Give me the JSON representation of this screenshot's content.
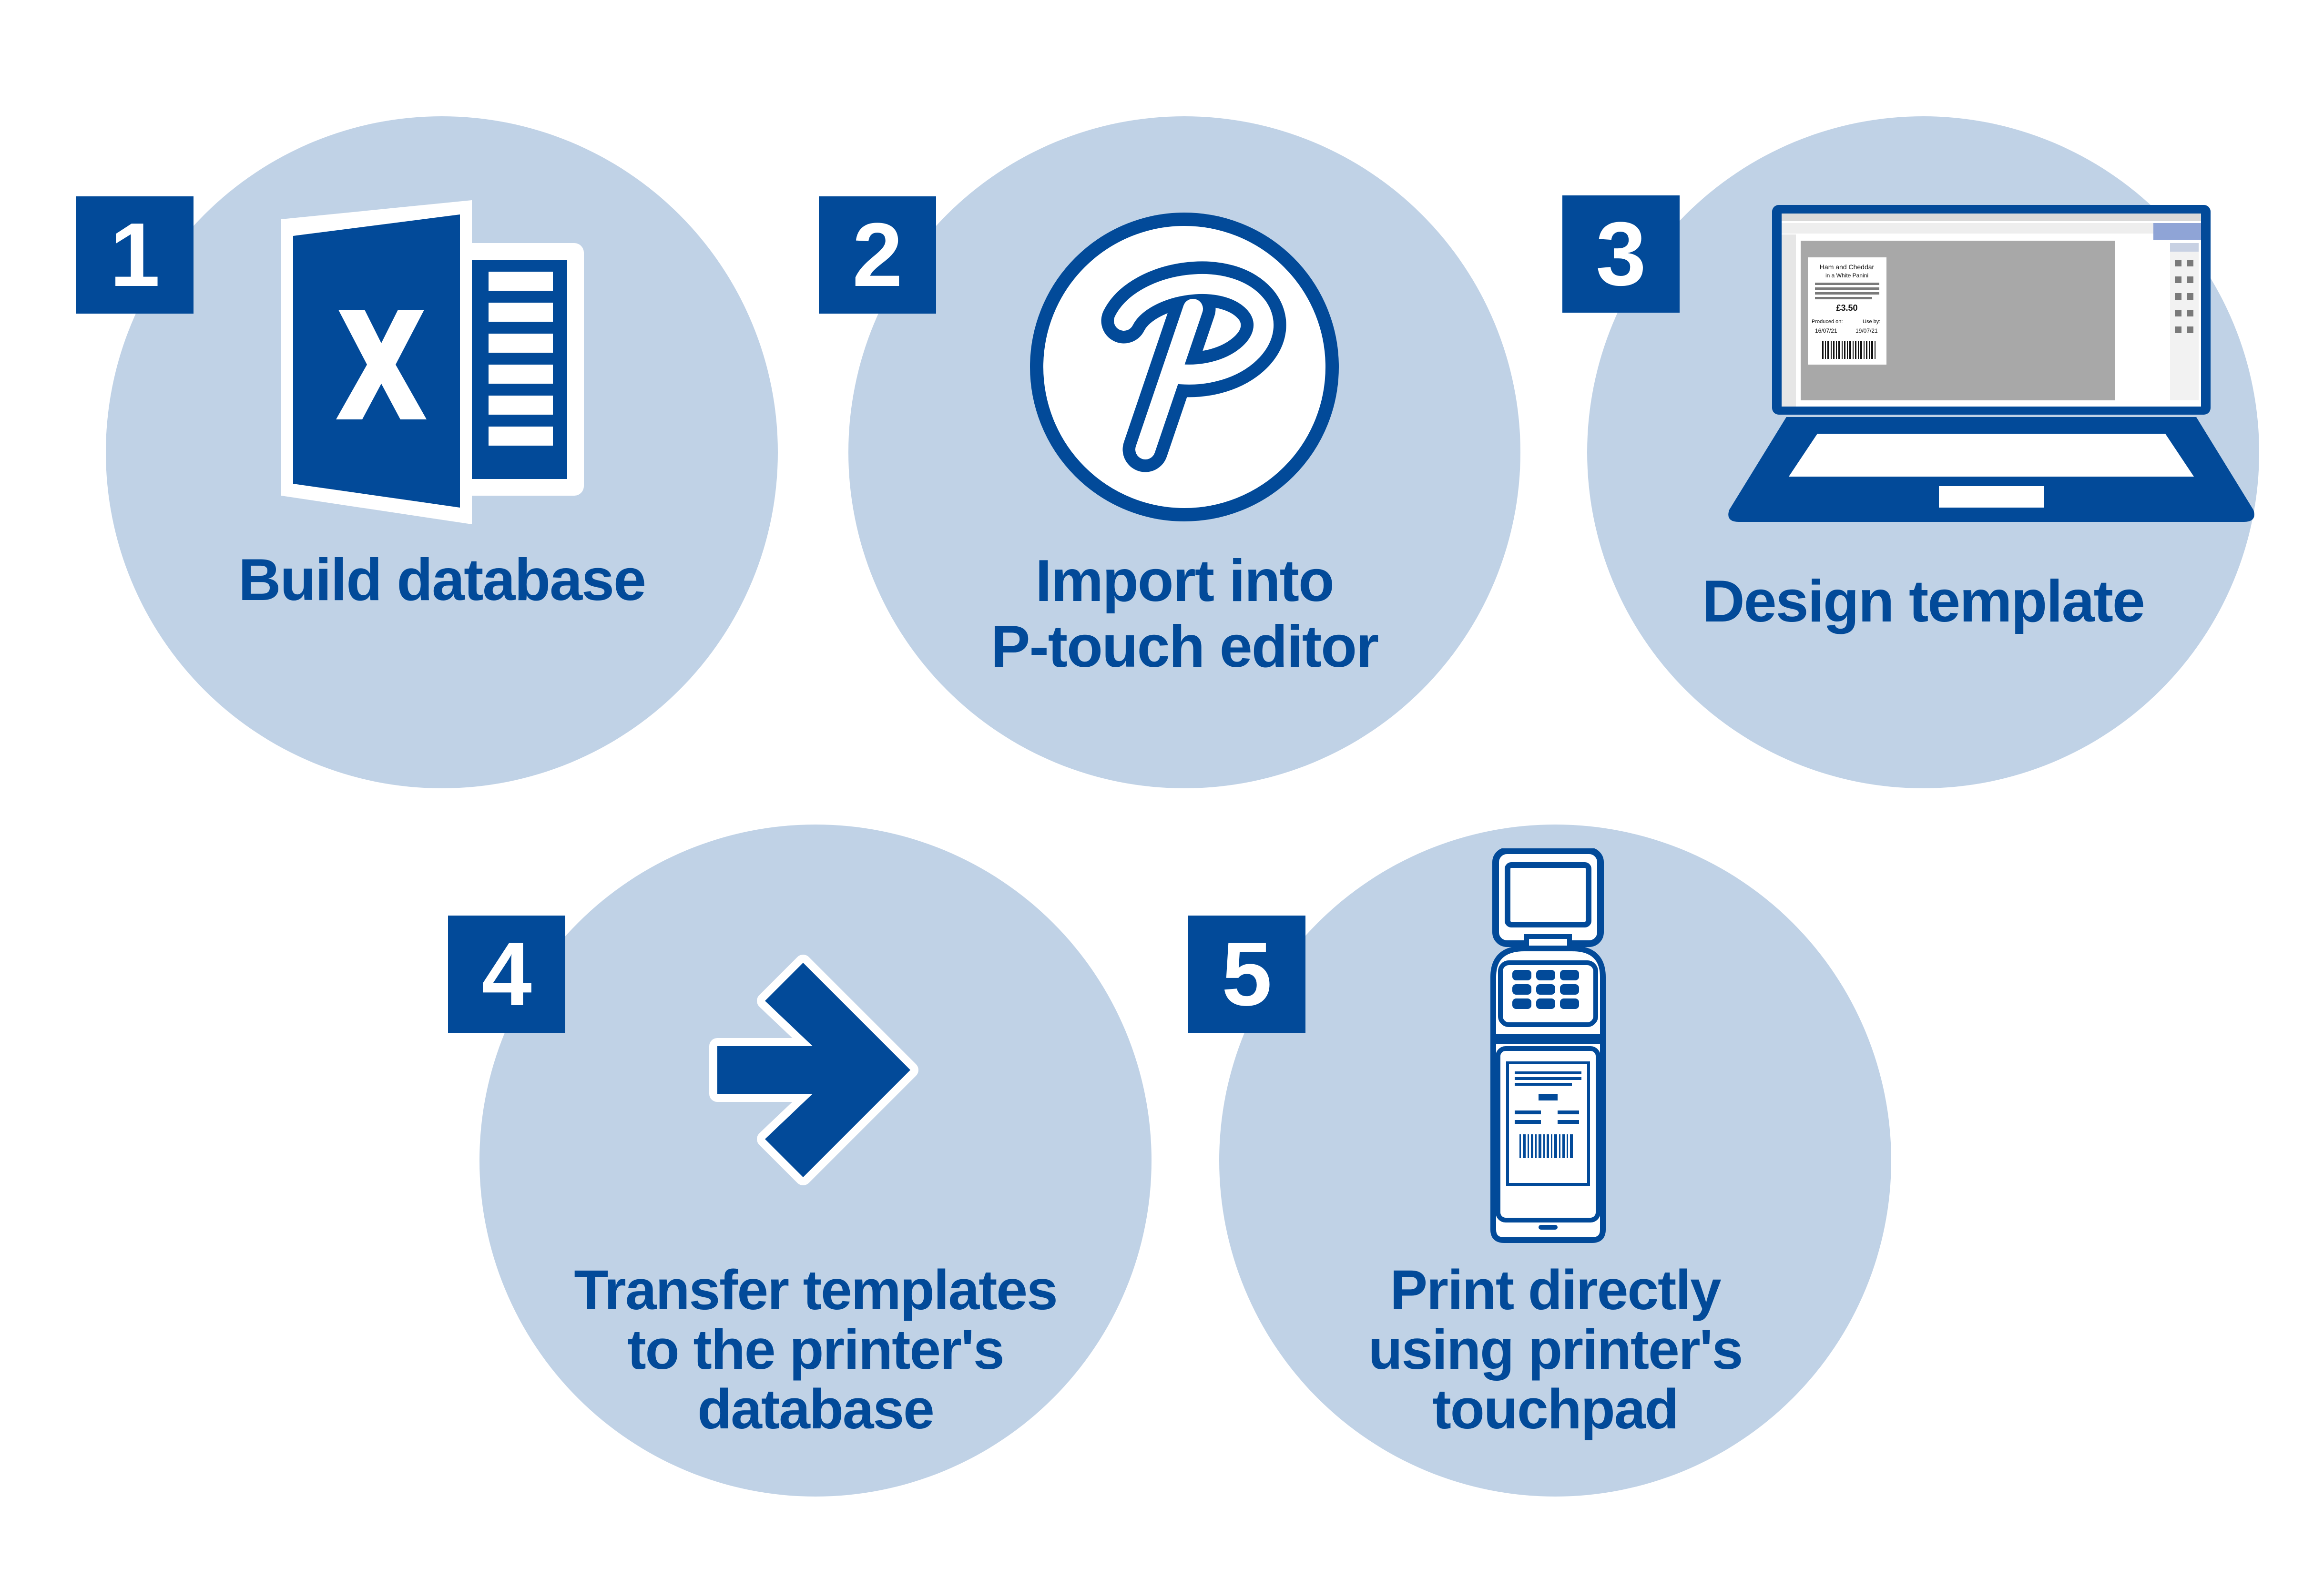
{
  "colors": {
    "accent": "#024a99",
    "circle": "#c0d2e6",
    "background": "#ffffff"
  },
  "steps": [
    {
      "number": "1",
      "lines": [
        "Build database"
      ],
      "icon": "excel-icon"
    },
    {
      "number": "2",
      "lines": [
        "Import into",
        "P-touch editor"
      ],
      "icon": "p-touch-icon"
    },
    {
      "number": "3",
      "lines": [
        "Design template"
      ],
      "icon": "laptop-icon"
    },
    {
      "number": "4",
      "lines": [
        "Transfer templates",
        "to the printer's",
        "database"
      ],
      "icon": "arrow-right-icon"
    },
    {
      "number": "5",
      "lines": [
        "Print directly",
        "using printer's",
        "touchpad"
      ],
      "icon": "label-printer-icon"
    }
  ],
  "screen_label": {
    "lines": [
      "Ham and Cheddar",
      "in a White Panini"
    ],
    "price": "£3.50",
    "produced_label": "Produced on:",
    "use_label": "Use by:",
    "produced_date": "16/07/21",
    "use_date": "19/07/21"
  }
}
